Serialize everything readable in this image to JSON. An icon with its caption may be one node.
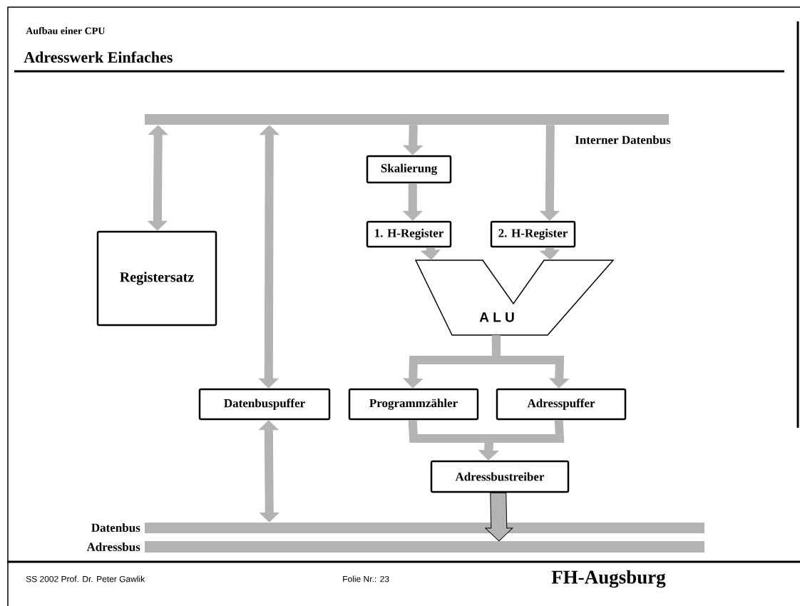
{
  "diagram": {
    "title": "Adresswerk Einfaches",
    "nodes": [
      {
        "text": [],
        "shape": "bar",
        "beside": [
          "Interner Datenbus"
        ]
      },
      {
        "text": [
          "Registersatz"
        ]
      },
      {
        "text": [
          "Skalierung"
        ]
      },
      {
        "text": [
          "1. H-Register"
        ]
      },
      {
        "text": [
          "2. H-Register"
        ]
      },
      {
        "text": [
          "A L U"
        ]
      },
      {
        "text": [
          "Datenbuspuffer"
        ]
      },
      {
        "text": [
          "Programmzähler"
        ]
      },
      {
        "text": [
          "Adresspuffer"
        ]
      },
      {
        "text": [
          "Adressbustreiber"
        ]
      },
      {
        "text": [],
        "shape": "bar",
        "beside": [
          "Datenbus"
        ]
      },
      {
        "text": [],
        "shape": "bar",
        "beside": [
          "Adressbus"
        ]
      }
    ],
    "edges": [
      {
        "from": 0,
        "to": 1,
        "arrow": "both"
      },
      {
        "from": 0,
        "to": 6,
        "arrow": "both"
      },
      {
        "from": 0,
        "to": 2,
        "arrow": "to"
      },
      {
        "from": 2,
        "to": 3,
        "arrow": "to"
      },
      {
        "from": 0,
        "to": 4,
        "arrow": "to"
      },
      {
        "from": 3,
        "to": 5,
        "arrow": "to"
      },
      {
        "from": 4,
        "to": 5,
        "arrow": "to"
      },
      {
        "from": 5,
        "to": 7,
        "arrow": "to"
      },
      {
        "from": 5,
        "to": 8,
        "arrow": "to"
      },
      {
        "from": 7,
        "to": 9,
        "arrow": "to"
      },
      {
        "from": 8,
        "to": 9,
        "arrow": "to"
      },
      {
        "from": 6,
        "to": 10,
        "arrow": "both"
      },
      {
        "from": 9,
        "to": 11,
        "arrow": "to"
      }
    ],
    "labels": [
      "Aufbau einer CPU",
      "SS 2002 Prof. Dr. Peter Gawlik",
      "Folie Nr.: 23",
      "FH-Augsburg"
    ]
  }
}
